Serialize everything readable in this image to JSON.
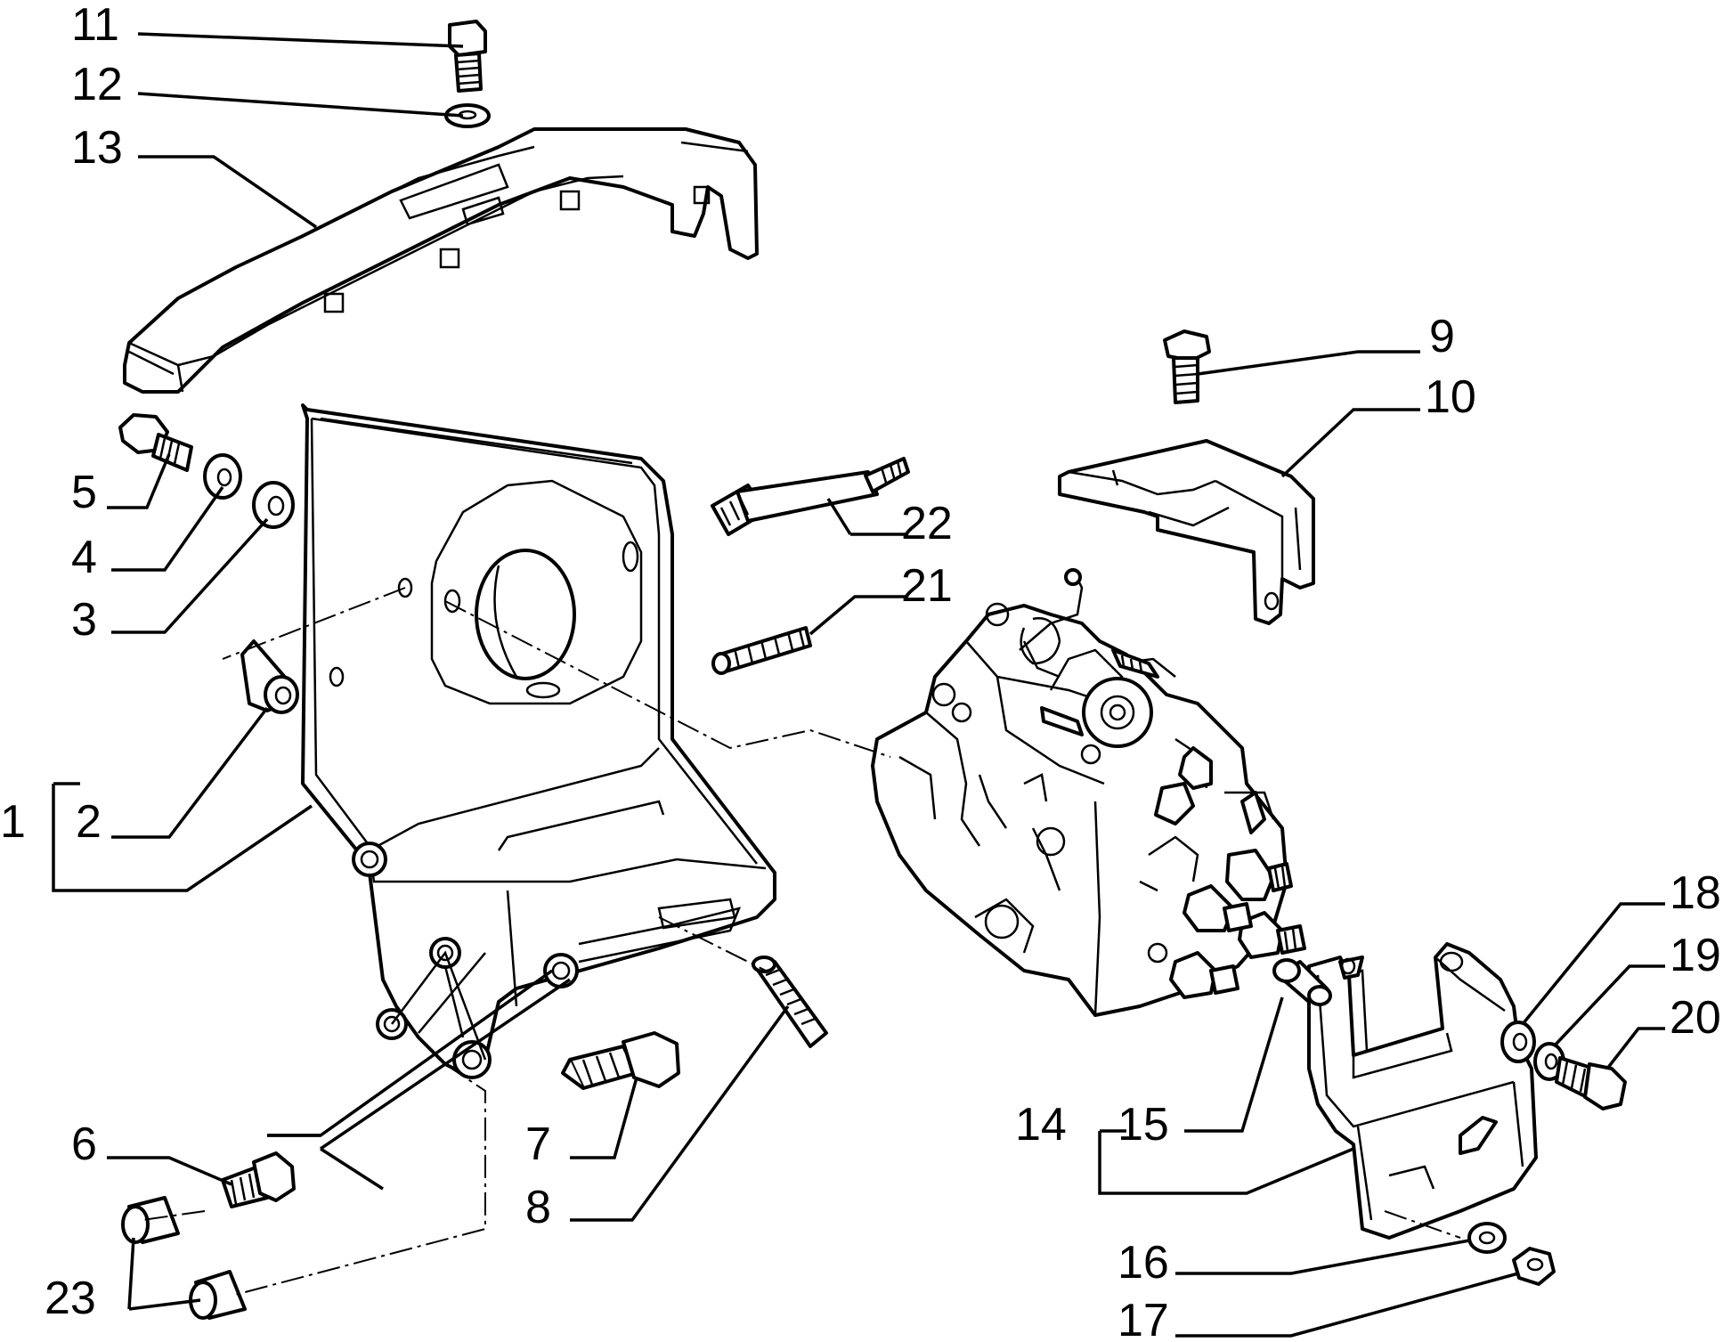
{
  "diagram": {
    "background": "#ffffff",
    "line_color": "#000000",
    "callouts": [
      "1",
      "2",
      "3",
      "4",
      "5",
      "6",
      "7",
      "8",
      "9",
      "10",
      "11",
      "12",
      "13",
      "14",
      "15",
      "16",
      "17",
      "18",
      "19",
      "20",
      "21",
      "22",
      "23"
    ]
  }
}
